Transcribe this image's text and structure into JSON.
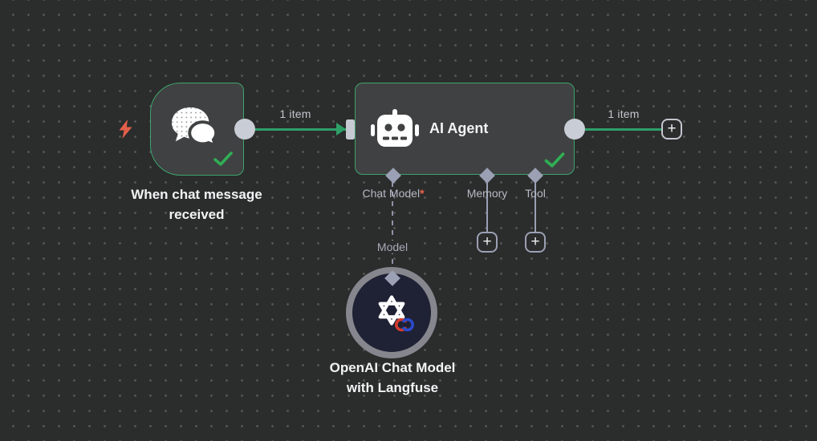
{
  "colors": {
    "canvas_bg": "#2b2c2c",
    "node_bg": "#404142",
    "node_border_green": "#3da56d",
    "connection_green": "#2f9f68",
    "check_green": "#2fae54",
    "port_gray": "#c9cdd5",
    "connector_gray": "#9ba0b5",
    "trigger_bolt_red": "#e2604b",
    "required_star_red": "#f4604d",
    "model_circle_border": "#86868e",
    "model_circle_bg": "#1f2134"
  },
  "trigger_node": {
    "title": "When chat message received",
    "status": "success"
  },
  "agent_node": {
    "title": "AI Agent",
    "status": "success",
    "ports": {
      "chat_model": {
        "label": "Chat Model",
        "required_marker": "*"
      },
      "memory": {
        "label": "Memory"
      },
      "tool": {
        "label": "Tool"
      }
    }
  },
  "model_node": {
    "title_line1": "OpenAI Chat Model",
    "title_line2": "with Langfuse",
    "connection_label": "Model"
  },
  "edges": {
    "trigger_to_agent_label": "1 item",
    "agent_output_label": "1 item"
  },
  "buttons": {
    "add_memory": "+",
    "add_tool": "+",
    "add_next": "+"
  }
}
